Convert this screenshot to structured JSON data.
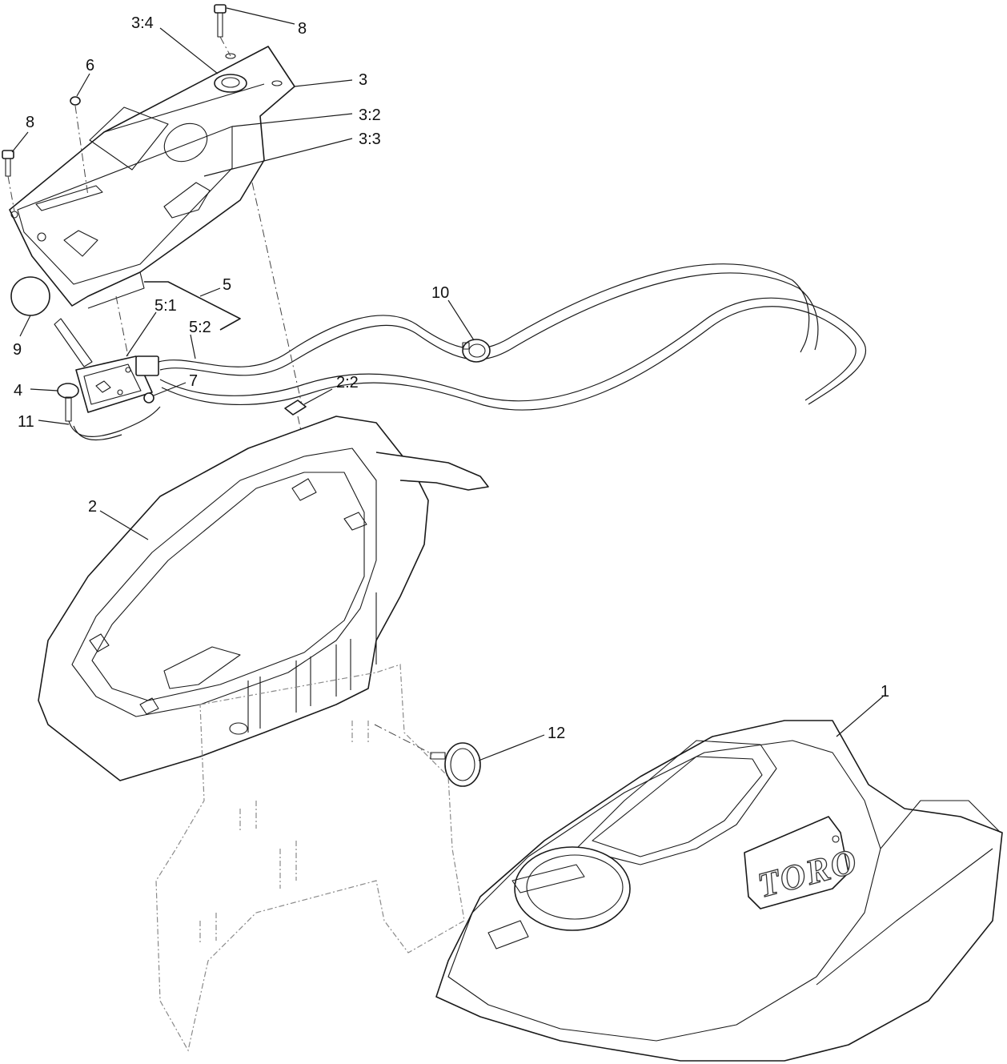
{
  "callouts": [
    {
      "id": "c-8a",
      "text": "8"
    },
    {
      "id": "c-3-4",
      "text": "3:4"
    },
    {
      "id": "c-6",
      "text": "6"
    },
    {
      "id": "c-3",
      "text": "3"
    },
    {
      "id": "c-3-2",
      "text": "3:2"
    },
    {
      "id": "c-8b",
      "text": "8"
    },
    {
      "id": "c-3-3",
      "text": "3:3"
    },
    {
      "id": "c-5",
      "text": "5"
    },
    {
      "id": "c-5-1",
      "text": "5:1"
    },
    {
      "id": "c-5-2",
      "text": "5:2"
    },
    {
      "id": "c-10",
      "text": "10"
    },
    {
      "id": "c-9",
      "text": "9"
    },
    {
      "id": "c-7",
      "text": "7"
    },
    {
      "id": "c-4",
      "text": "4"
    },
    {
      "id": "c-2-2",
      "text": "2:2"
    },
    {
      "id": "c-11",
      "text": "11"
    },
    {
      "id": "c-2",
      "text": "2"
    },
    {
      "id": "c-1",
      "text": "1"
    },
    {
      "id": "c-12",
      "text": "12"
    }
  ],
  "logo_text": "TORO"
}
